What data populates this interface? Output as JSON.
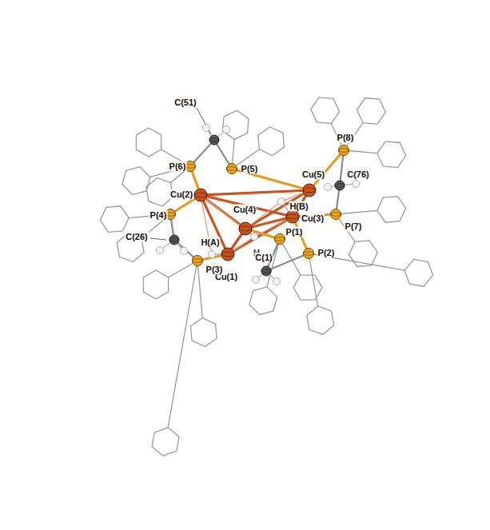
{
  "diagram": {
    "labels": [
      "C(51)",
      "P(8)",
      "Cu(5)",
      "P(6)",
      "P(5)",
      "C(76)",
      "H(B)",
      "Cu(4)",
      "P(7)",
      "Cu(2)",
      "Cu(3)",
      "H",
      "P(1)",
      "H(A)",
      "P(4)",
      "C(1)",
      "P(2)",
      "C(26)",
      "Cu(1)",
      "P(3)"
    ]
  }
}
